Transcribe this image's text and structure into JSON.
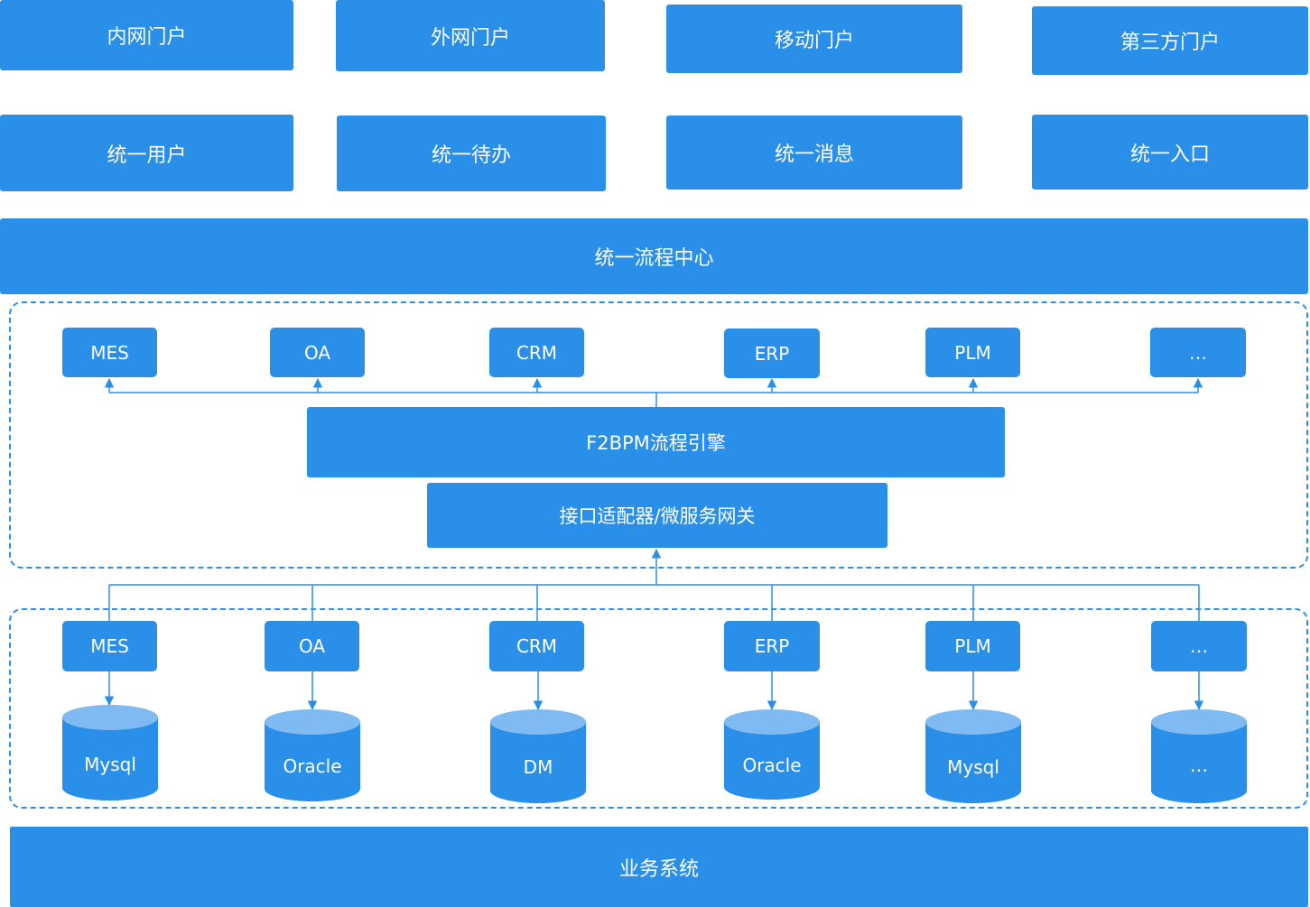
{
  "portals": [
    "内网门户",
    "外网门户",
    "移动门户",
    "第三方门户"
  ],
  "unified": [
    "统一用户",
    "统一待办",
    "统一消息",
    "统一入口"
  ],
  "process_center": "统一流程中心",
  "top_systems": [
    "MES",
    "OA",
    "CRM",
    "ERP",
    "PLM",
    "…"
  ],
  "engine": "F2BPM流程引擎",
  "gateway": "接口适配器/微服务网关",
  "bottom_systems": [
    "MES",
    "OA",
    "CRM",
    "ERP",
    "PLM",
    "…"
  ],
  "databases": [
    "Mysql",
    "Oracle",
    "DM",
    "Oracle",
    "Mysql",
    "…"
  ],
  "business": "业务系统",
  "colors": {
    "box": "#2a8fe8",
    "db_top": "#7fbaf2",
    "line": "#2a8fe8",
    "text": "#ffffff"
  }
}
